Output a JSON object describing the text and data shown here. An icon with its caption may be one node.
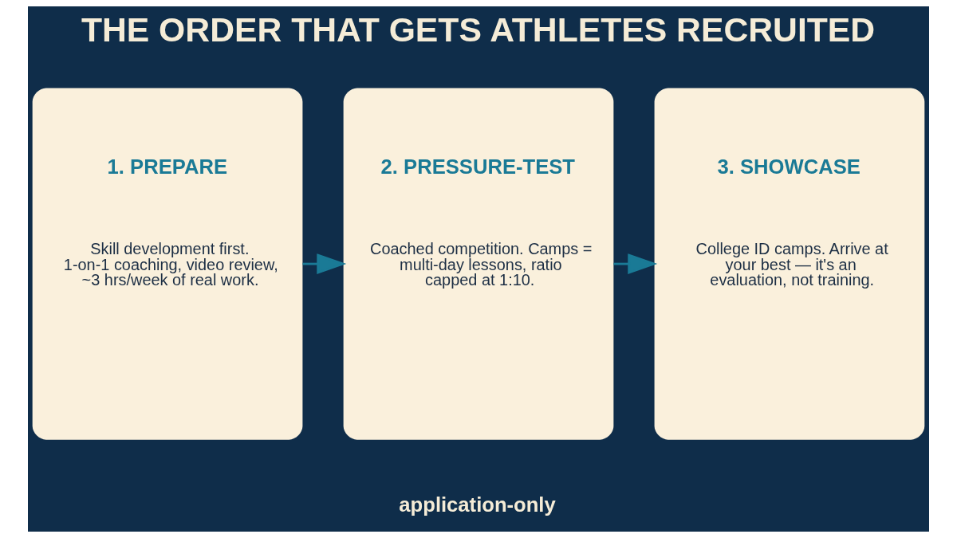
{
  "diagram": {
    "title": "THE ORDER THAT GETS ATHLETES RECRUITED",
    "nodes": [
      {
        "text": [
          "1. PREPARE",
          "Skill development first. 1-on-1 coaching, video review, ~3 hrs/week of real work."
        ]
      },
      {
        "text": [
          "2. PRESSURE-TEST",
          "Coached competition. Camps = multi-day lessons, ratio capped at 1:10."
        ]
      },
      {
        "text": [
          "3. SHOWCASE",
          "College ID camps. Arrive at your best — it's an evaluation, not training."
        ]
      }
    ],
    "edges": [
      {
        "from": 0,
        "to": 1,
        "arrow": "to"
      },
      {
        "from": 1,
        "to": 2,
        "arrow": "to"
      }
    ],
    "labels": [
      "application-only"
    ]
  }
}
